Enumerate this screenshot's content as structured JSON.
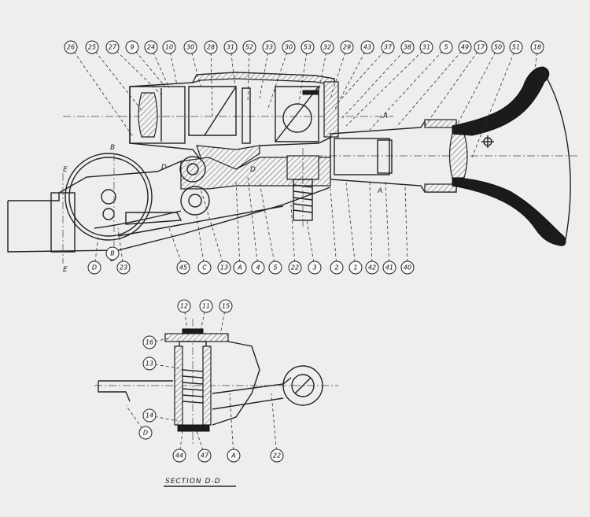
{
  "main_view": {
    "callouts_top": [
      "26",
      "25",
      "27",
      "9",
      "24",
      "10",
      "30",
      "28",
      "31",
      "52",
      "33",
      "30",
      "53",
      "32",
      "29",
      "43",
      "37",
      "38",
      "31",
      "5",
      "49",
      "17",
      "50",
      "51",
      "18"
    ],
    "callouts_bottom": [
      "D",
      "B",
      "23",
      "45",
      "C",
      "13",
      "A",
      "4",
      "5",
      "22",
      "3",
      "2",
      "1",
      "42",
      "41",
      "40"
    ],
    "section_markers": [
      "B",
      "B",
      "E",
      "E",
      "D",
      "D",
      "A",
      "A"
    ]
  },
  "section_view": {
    "callouts_top": [
      "12",
      "11",
      "15"
    ],
    "callouts_left": [
      "16",
      "13",
      "14",
      "D"
    ],
    "callouts_bottom": [
      "44",
      "47",
      "A",
      "22"
    ],
    "title": "SECTION D-D"
  }
}
